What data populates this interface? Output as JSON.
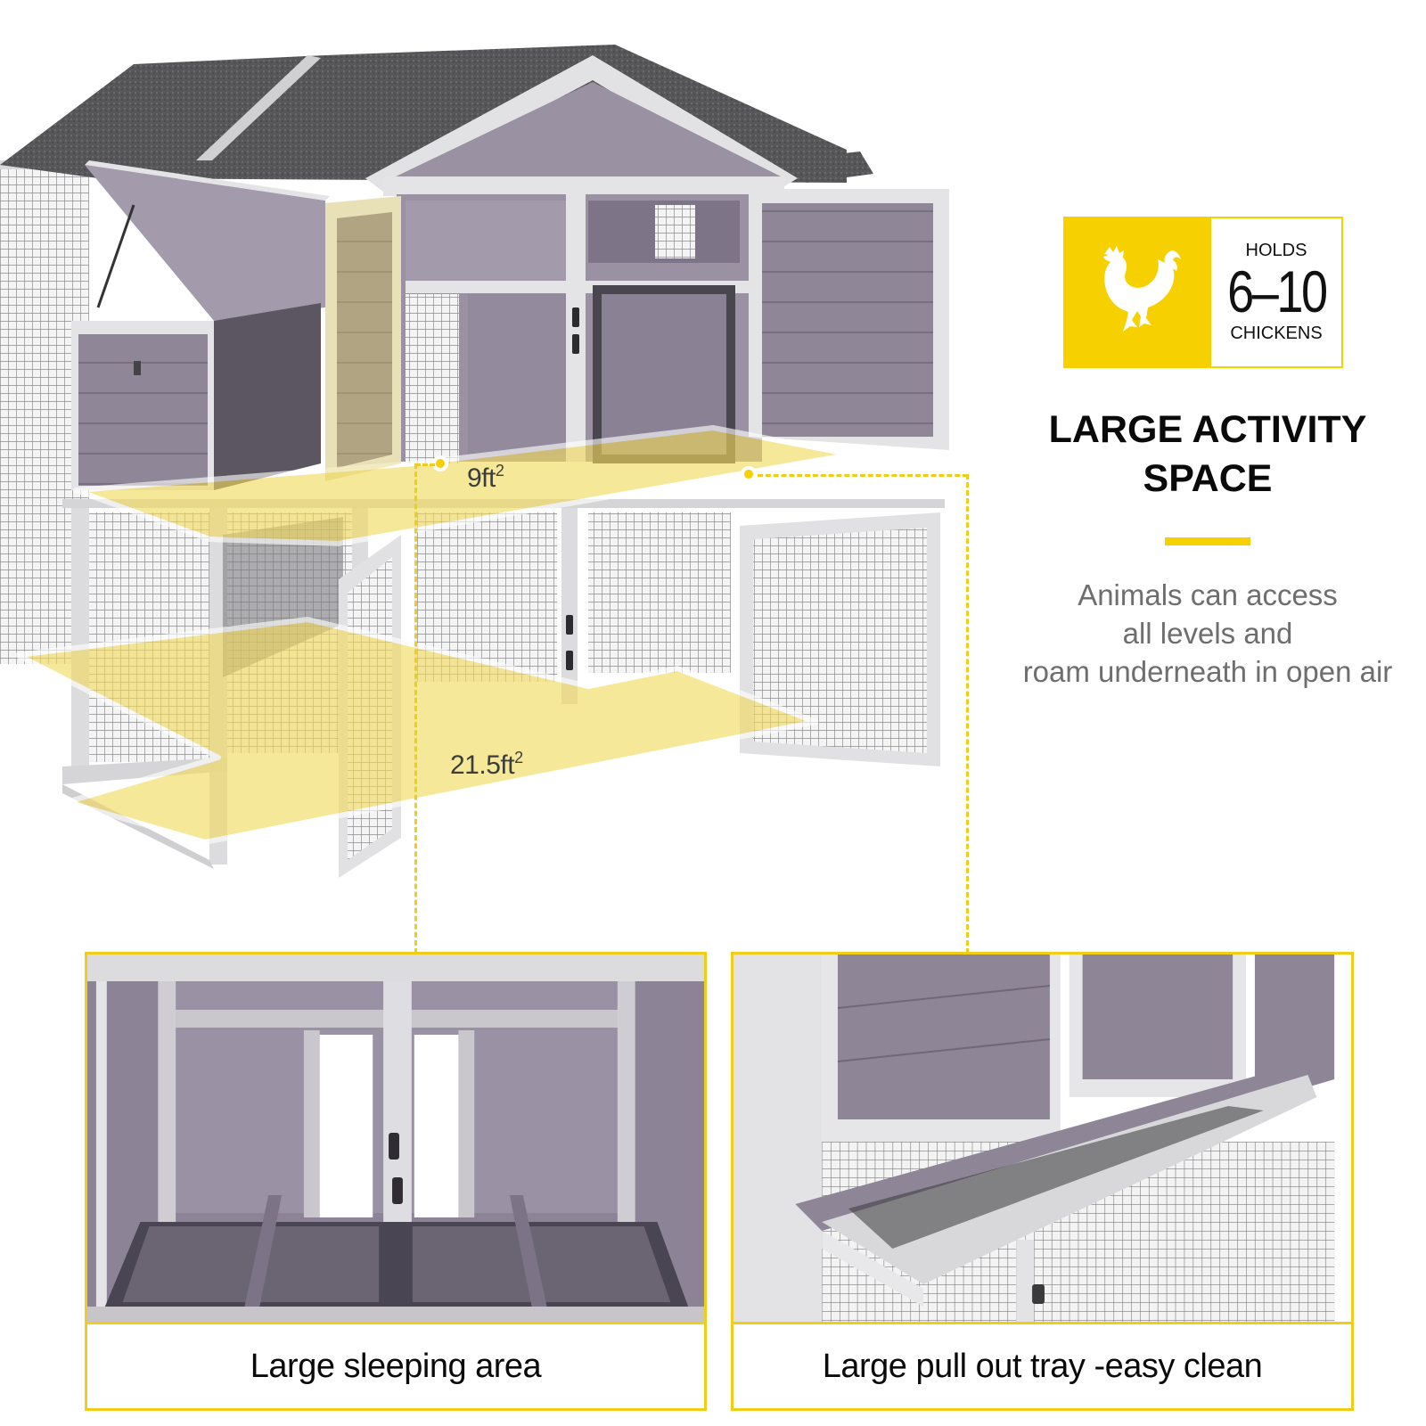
{
  "colors": {
    "accent_yellow": "#f7d000",
    "highlight_fill": "#f4e17a",
    "wood_purple": "#8f8798",
    "frame_white": "#e4e4e6",
    "roof_gray": "#5a5a5c",
    "caption_text": "#0a0a0a",
    "desc_text": "#6e6e6e"
  },
  "hero": {
    "upper_area_label": "9ft",
    "upper_area_sup": "2",
    "lower_area_label": "21.5ft",
    "lower_area_sup": "2"
  },
  "badge": {
    "icon": "rooster-icon",
    "holds_label": "HOLDS",
    "count": "6–10",
    "unit_label": "CHICKENS"
  },
  "feature": {
    "title_line1": "LARGE ACTIVITY",
    "title_line2": "SPACE",
    "description": "Animals can access\nall levels and\nroam underneath in open air"
  },
  "panels": [
    {
      "caption": "Large sleeping area"
    },
    {
      "caption": "Large pull out tray -easy clean"
    }
  ]
}
